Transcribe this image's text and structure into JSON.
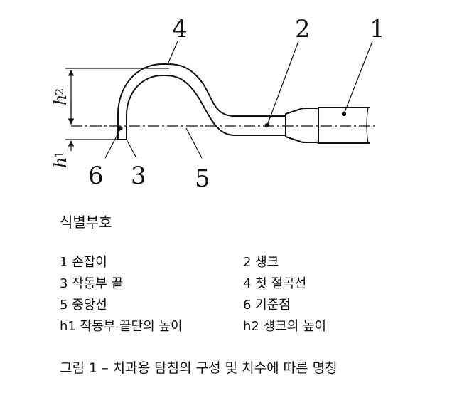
{
  "figure": {
    "callouts": {
      "c1": "1",
      "c2": "2",
      "c3": "3",
      "c4": "4",
      "c5": "5",
      "c6": "6"
    },
    "dims": {
      "h2_main": "h",
      "h2_sub": "2",
      "h1_main": "h",
      "h1_sub": "1"
    }
  },
  "legend": {
    "title": "식별부호",
    "items": [
      "1 손잡이",
      "2 섕크",
      "3 작동부 끝",
      "4 첫 절곡선",
      "5 중앙선",
      "6 기준점",
      "h1 작동부 끝단의 높이",
      "h2 섕크의 높이"
    ]
  },
  "caption": "그림 1 – 치과용 탐침의 구성 및 치수에 따른 명칭"
}
